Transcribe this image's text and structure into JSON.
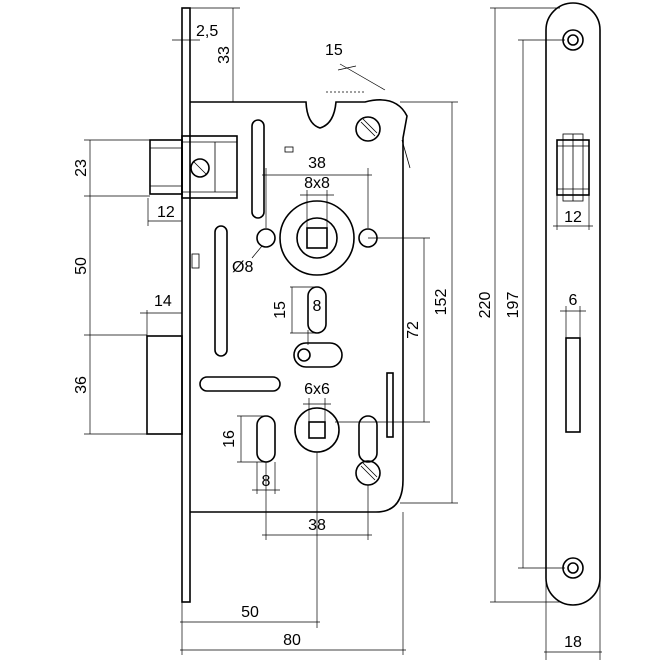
{
  "dimensions": {
    "plate_thickness": "2,5",
    "top_to_case": "33",
    "bevel_angle": "15",
    "latch_height": "23",
    "latch_throw": "12",
    "latch_to_bolt": "50",
    "bolt_throw": "14",
    "bolt_height": "36",
    "handle_hole_spacing": "38",
    "handle_square": "8x8",
    "fixing_hole_diameter": "Ø8",
    "slot_length": "15",
    "slot_width": "8",
    "handle_to_key": "72",
    "hole_span": "152",
    "key_square": "6x6",
    "lower_slot_length": "16",
    "lower_slot_width": "8",
    "lower_hole_spacing": "38",
    "backset": "50",
    "case_depth": "80",
    "faceplate_length": "220",
    "screw_spacing": "197",
    "strike_latch_width": "12",
    "strike_bolt_width": "6",
    "faceplate_width": "18"
  }
}
